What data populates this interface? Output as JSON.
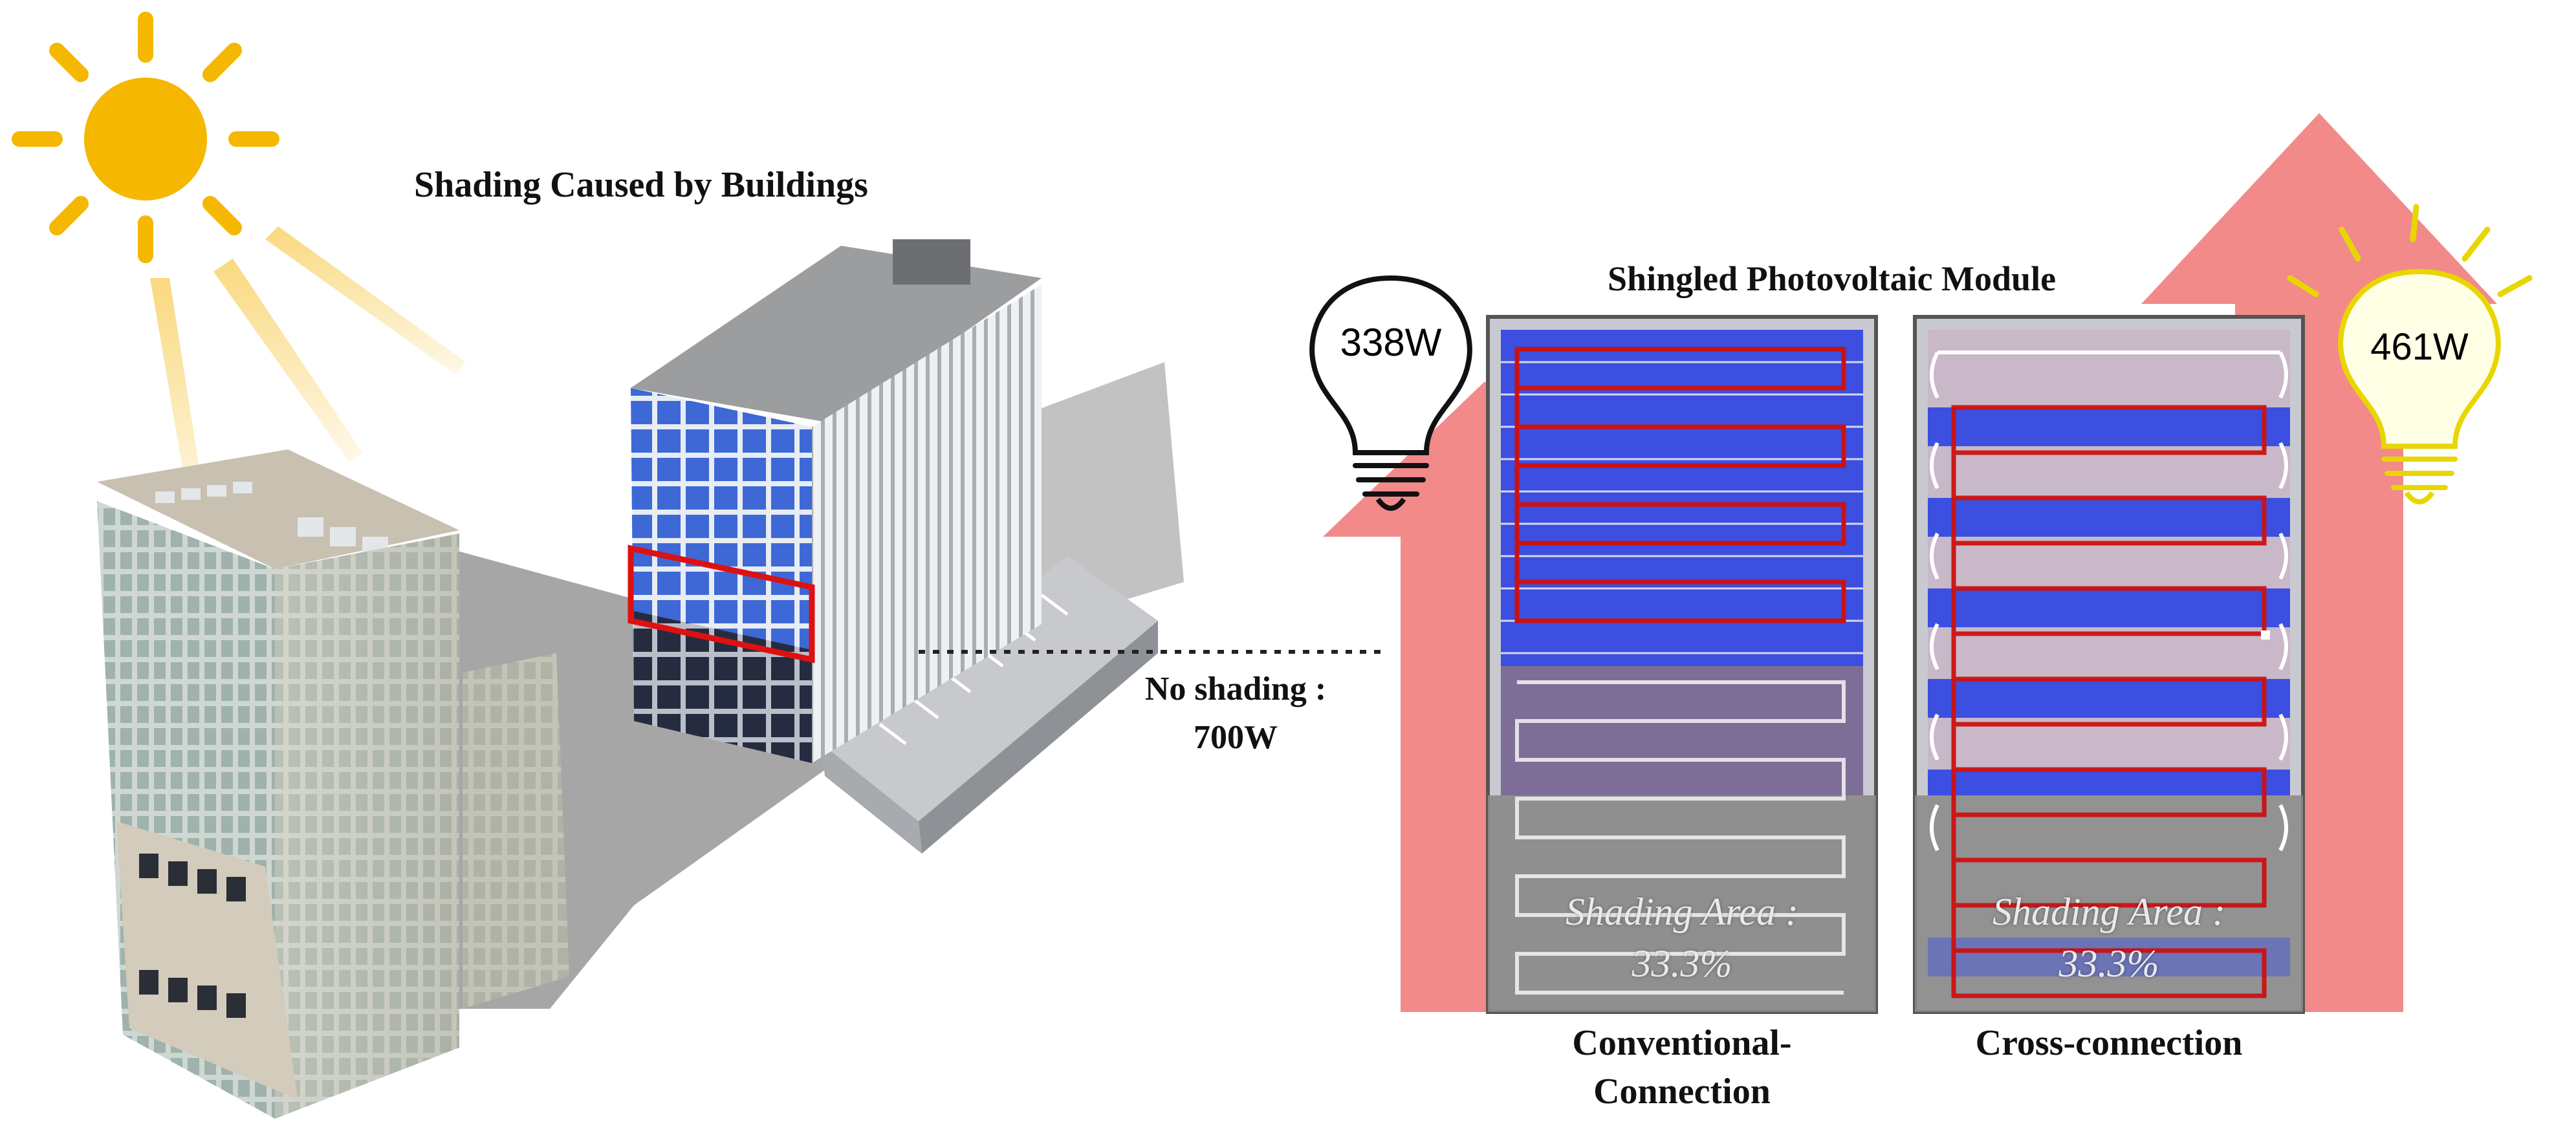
{
  "left_panel": {
    "title": "Shading Caused by Buildings",
    "no_shading_label": "No shading :",
    "no_shading_power": "700W"
  },
  "right_panel": {
    "title": "Shingled Photovoltaic Module",
    "conventional": {
      "power": "338W",
      "shading_label": "Shading Area :",
      "shading_value": "33.3%",
      "caption_line1": "Conventional-",
      "caption_line2": "Connection"
    },
    "cross": {
      "power": "461W",
      "shading_label": "Shading Area :",
      "shading_value": "33.3%",
      "caption": "Cross-connection"
    }
  },
  "colors": {
    "sun": "#f5b700",
    "arrow": "#f28a8a",
    "cell_blue": "#3c4fe0",
    "shade_gray": "#8a8a8a",
    "wire_red": "#cc1111",
    "bulb_lit": "#e8d600"
  },
  "icons": [
    "sun-icon",
    "light-bulb-off-icon",
    "light-bulb-on-icon",
    "building-illustration",
    "pv-module-illustration"
  ]
}
